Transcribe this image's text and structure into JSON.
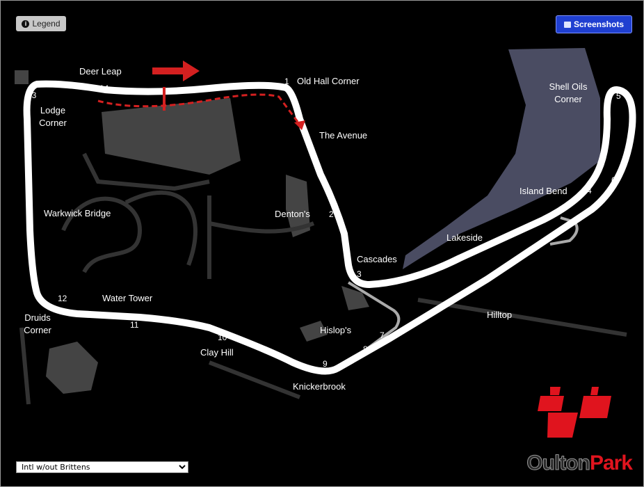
{
  "toolbar": {
    "legend_label": "Legend",
    "legend_icon": "info-icon",
    "screenshots_label": "Screenshots",
    "screenshots_icon": "camera-icon"
  },
  "colors": {
    "track": "#ffffff",
    "lake": "#4a4c62",
    "buildings": "#444444",
    "direction_arrow": "#d42020",
    "connector": "#aaaaaa",
    "logo_red": "#e0141e"
  },
  "corners": [
    {
      "num": "1",
      "name": "Old Hall Corner"
    },
    {
      "num": "2",
      "name": "Denton's"
    },
    {
      "num": "3",
      "name": "Cascades"
    },
    {
      "num": "4",
      "name": "Island Bend"
    },
    {
      "num": "5",
      "name": "Shell Oils Corner"
    },
    {
      "num": "6",
      "name": ""
    },
    {
      "num": "7",
      "name": ""
    },
    {
      "num": "8",
      "name": ""
    },
    {
      "num": "9",
      "name": "Knickerbrook"
    },
    {
      "num": "10",
      "name": "Clay Hill"
    },
    {
      "num": "11",
      "name": "Water Tower"
    },
    {
      "num": "12",
      "name": "Druids Corner"
    },
    {
      "num": "13",
      "name": "Lodge Corner"
    },
    {
      "num": "14",
      "name": "Deer Leap"
    }
  ],
  "other_labels": {
    "avenue": "The Avenue",
    "lakeside": "Lakeside",
    "hilltop": "Hilltop",
    "hislops": "Hislop's",
    "warwick": "Warkwick Bridge"
  },
  "layout_select": {
    "selected": "Intl w/out Brittens"
  },
  "logo": {
    "part1": "Oulton",
    "part2": "Park"
  }
}
